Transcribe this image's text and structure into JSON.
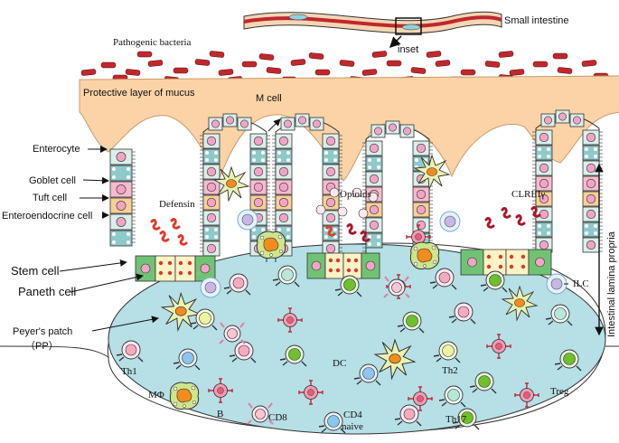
{
  "labels": {
    "small_intestine": "Small intestine",
    "inset": "inset",
    "pathogenic_bacteria": "Pathogenic bacteria",
    "mucus": "Protective layer of mucus",
    "m_cell": "M cell",
    "enterocyte": "Enterocyte",
    "goblet_cell": "Goblet cell",
    "tuft_cell": "Tuft cell",
    "enteroendocrine_cell": "Enteroendocrine cell",
    "stem_cell": "Stem cell",
    "paneth_cell": "Paneth cell",
    "peyers_patch": "Peyer's patch",
    "peyers_patch_abbr": "（PP）",
    "defensin": "Defensin",
    "opioids": "Opioids",
    "clr": "CLRIIIγ",
    "ilc": "ILC",
    "lamina_propria": "Intestinal lamina propria",
    "th1": "Th1",
    "macrophage": "MΦ",
    "b_cell": "B",
    "cd8": "CD8",
    "cd4_naive_line1": "CD4",
    "cd4_naive_line2": "naive",
    "dc": "DC",
    "th2": "Th2",
    "th17": "Th17",
    "treg": "Treg"
  },
  "colors": {
    "mucus": "#fbd3a6",
    "peyers_patch": "#b6dfe6",
    "intestine_wall": "#f4d6b4",
    "intestine_lumen": "#c0282d",
    "bacteria": "#c0282d",
    "enterocyte": "#d9efe9",
    "goblet": "#8fc9c9",
    "tuft": "#f5bccd",
    "enteroendocrine": "#f8cf96",
    "stem": "#71c374",
    "paneth": "#fff2c6",
    "nucleus": "#f2a4c8",
    "dc_body": "#e9f3b0",
    "dc_nucleus": "#f48b1e",
    "th1": "#f5aac0",
    "th2": "#eef3a1",
    "th17": "#b8e7d8",
    "treg": "#b8e7d8",
    "cd8": "#f9c5d3",
    "cd4_naive": "#8cc4ee",
    "green_tcell": "#6fc02a",
    "b_cell": "#e85a7e",
    "ilc": "#c9b6e8",
    "defensin": "#e23a2a",
    "clr": "#a8162b"
  }
}
